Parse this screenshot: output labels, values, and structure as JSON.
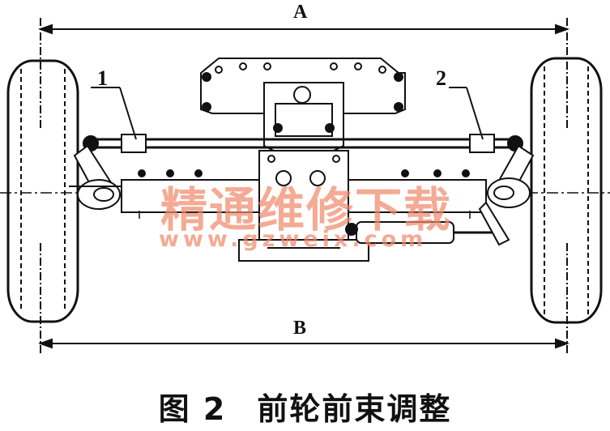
{
  "labels": {
    "dimension_top": "A",
    "dimension_bottom": "B",
    "part_1": "1",
    "part_2": "2"
  },
  "caption": {
    "figure_number": "图 2",
    "title": "前轮前束调整"
  },
  "watermark": {
    "text_cn": "精通维修下载",
    "url": "www.gzweix.com"
  },
  "colors": {
    "line": "#111111",
    "watermark": "#f08a6c"
  }
}
